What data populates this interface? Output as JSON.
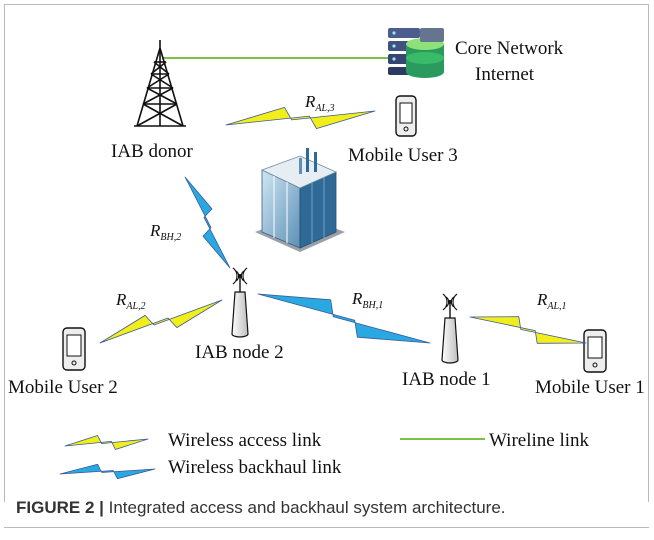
{
  "nodes": {
    "core_network": {
      "line1": "Core Network",
      "line2": "Internet"
    },
    "iab_donor": "IAB donor",
    "iab_node_1": "IAB node 1",
    "iab_node_2": "IAB node 2",
    "mobile_user_1": "Mobile User 1",
    "mobile_user_2": "Mobile User 2",
    "mobile_user_3": "Mobile User 3"
  },
  "links": {
    "r_al3": {
      "base": "R",
      "sub": "AL,3"
    },
    "r_bh2": {
      "base": "R",
      "sub": "BH,2"
    },
    "r_al2": {
      "base": "R",
      "sub": "AL,2"
    },
    "r_bh1": {
      "base": "R",
      "sub": "BH,1"
    },
    "r_al1": {
      "base": "R",
      "sub": "AL,1"
    }
  },
  "legend": {
    "access": "Wireless access link",
    "backhaul": "Wireless backhaul link",
    "wireline": "Wireline link"
  },
  "colors": {
    "access_fill": "#f2ee1c",
    "backhaul_fill": "#2aa8e2",
    "wireline": "#7cc242",
    "link_stroke": "#3b5a98"
  },
  "caption": {
    "label": "FIGURE 2 |",
    "text": " Integrated access and backhaul system architecture."
  }
}
